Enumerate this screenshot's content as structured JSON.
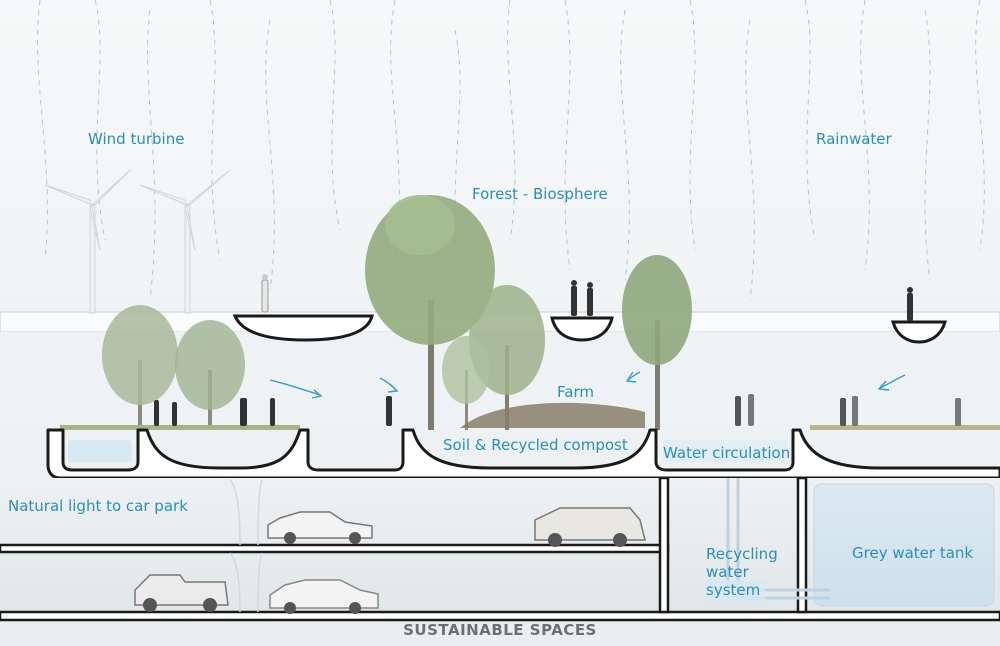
{
  "title": "SUSTAINABLE SPACES",
  "labels": {
    "wind_turbine": "Wind turbine",
    "rainwater": "Rainwater",
    "forest_biosphere": "Forest - Biosphere",
    "farm": "Farm",
    "soil_compost": "Soil & Recycled compost",
    "water_circulation": "Water circulation",
    "natural_light": "Natural light to car park",
    "recycling_line1": "Recycling",
    "recycling_line2": "water",
    "recycling_line3": "system",
    "grey_water_tank": "Grey water tank"
  },
  "colors": {
    "label": "#2b8fb5",
    "structure": "#1a1a1a",
    "water": "#d7e8f2",
    "tree": "#8fa77d",
    "title": "#6f6f6f"
  }
}
